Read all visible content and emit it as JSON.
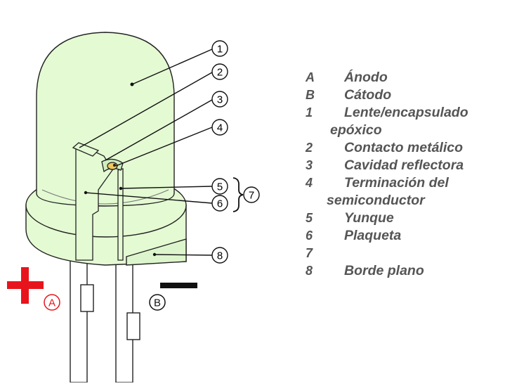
{
  "diagram": {
    "callout_numbers": [
      "1",
      "2",
      "3",
      "4",
      "5",
      "6",
      "7",
      "8"
    ],
    "terminal_labels": {
      "anode": "A",
      "cathode": "B"
    },
    "polarity_colors": {
      "plus": "#e8141c",
      "minus": "#111111",
      "anode_circle": "#e8141c"
    },
    "body_color": "#e4fad3"
  },
  "legend": {
    "rows": [
      {
        "key": "A",
        "text": "Ánodo"
      },
      {
        "key": "B",
        "text": "Cátodo"
      },
      {
        "key": "1",
        "text": "Lente/encapsulado",
        "cont": "epóxico"
      },
      {
        "key": "2",
        "text": "Contacto metálico"
      },
      {
        "key": "3",
        "text": "Cavidad reflectora"
      },
      {
        "key": "4",
        "text": "Terminación del",
        "cont": "semiconductor"
      },
      {
        "key": "5",
        "text": "Yunque"
      },
      {
        "key": "6",
        "text": "Plaqueta"
      },
      {
        "key": "7",
        "text": ""
      },
      {
        "key": "8",
        "text": "Borde plano"
      }
    ]
  }
}
